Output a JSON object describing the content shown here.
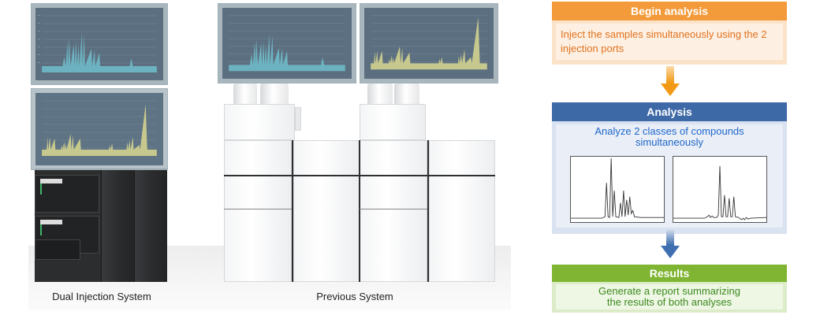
{
  "illustration": {
    "left_caption": "Dual Injection System",
    "right_caption": "Previous System",
    "colors": {
      "screen_bg": "#5c6f80",
      "chromatogram_cyan": "#6fb9c6",
      "chromatogram_yellow": "#cfcf8e",
      "monitor_frame": "#a9b6bd",
      "dark_instrument": "#2c2d2f",
      "white_instrument": "#f6f7f8"
    }
  },
  "flow": {
    "steps": [
      {
        "title": "Begin analysis",
        "body": "Inject the samples simultaneously using the 2 injection ports",
        "color": "#f39a3a"
      },
      {
        "title": "Analysis",
        "body_line1": "Analyze 2 classes of compounds",
        "body_line2": "simultaneously",
        "color": "#3e69a7"
      },
      {
        "title": "Results",
        "body_line1": "Generate a report summarizing",
        "body_line2": "the results of both analyses",
        "color": "#7fb532"
      }
    ],
    "arrows": [
      {
        "icon": "down-arrow-icon",
        "color": "#f29a16"
      },
      {
        "icon": "down-arrow-icon",
        "color": "#3f6fb0"
      }
    ]
  }
}
